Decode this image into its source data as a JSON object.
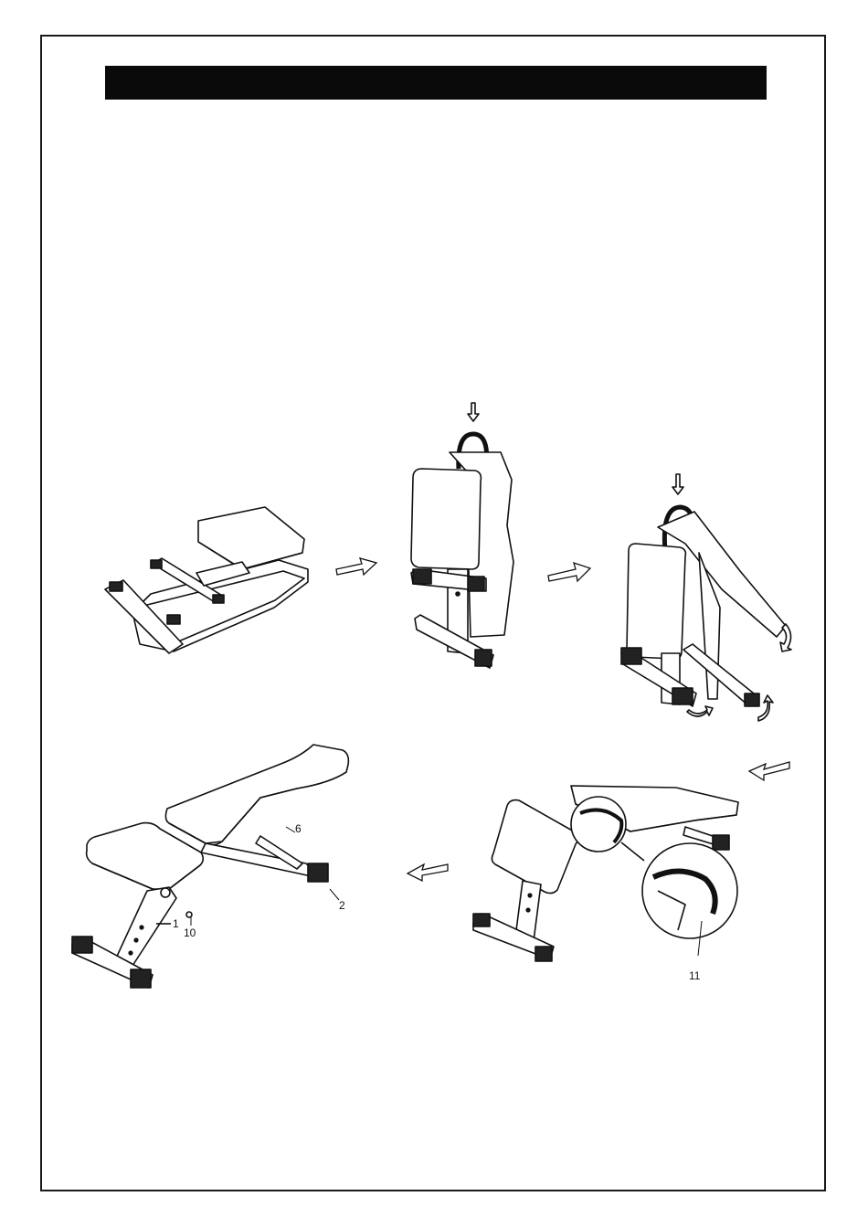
{
  "title": "",
  "callouts": {
    "part_6": "6",
    "part_2": "2",
    "part_1": "1",
    "part_10": "10",
    "part_11": "11"
  },
  "colors": {
    "bar": "#0a0a0a",
    "line": "#111111",
    "fill": "#ffffff"
  }
}
